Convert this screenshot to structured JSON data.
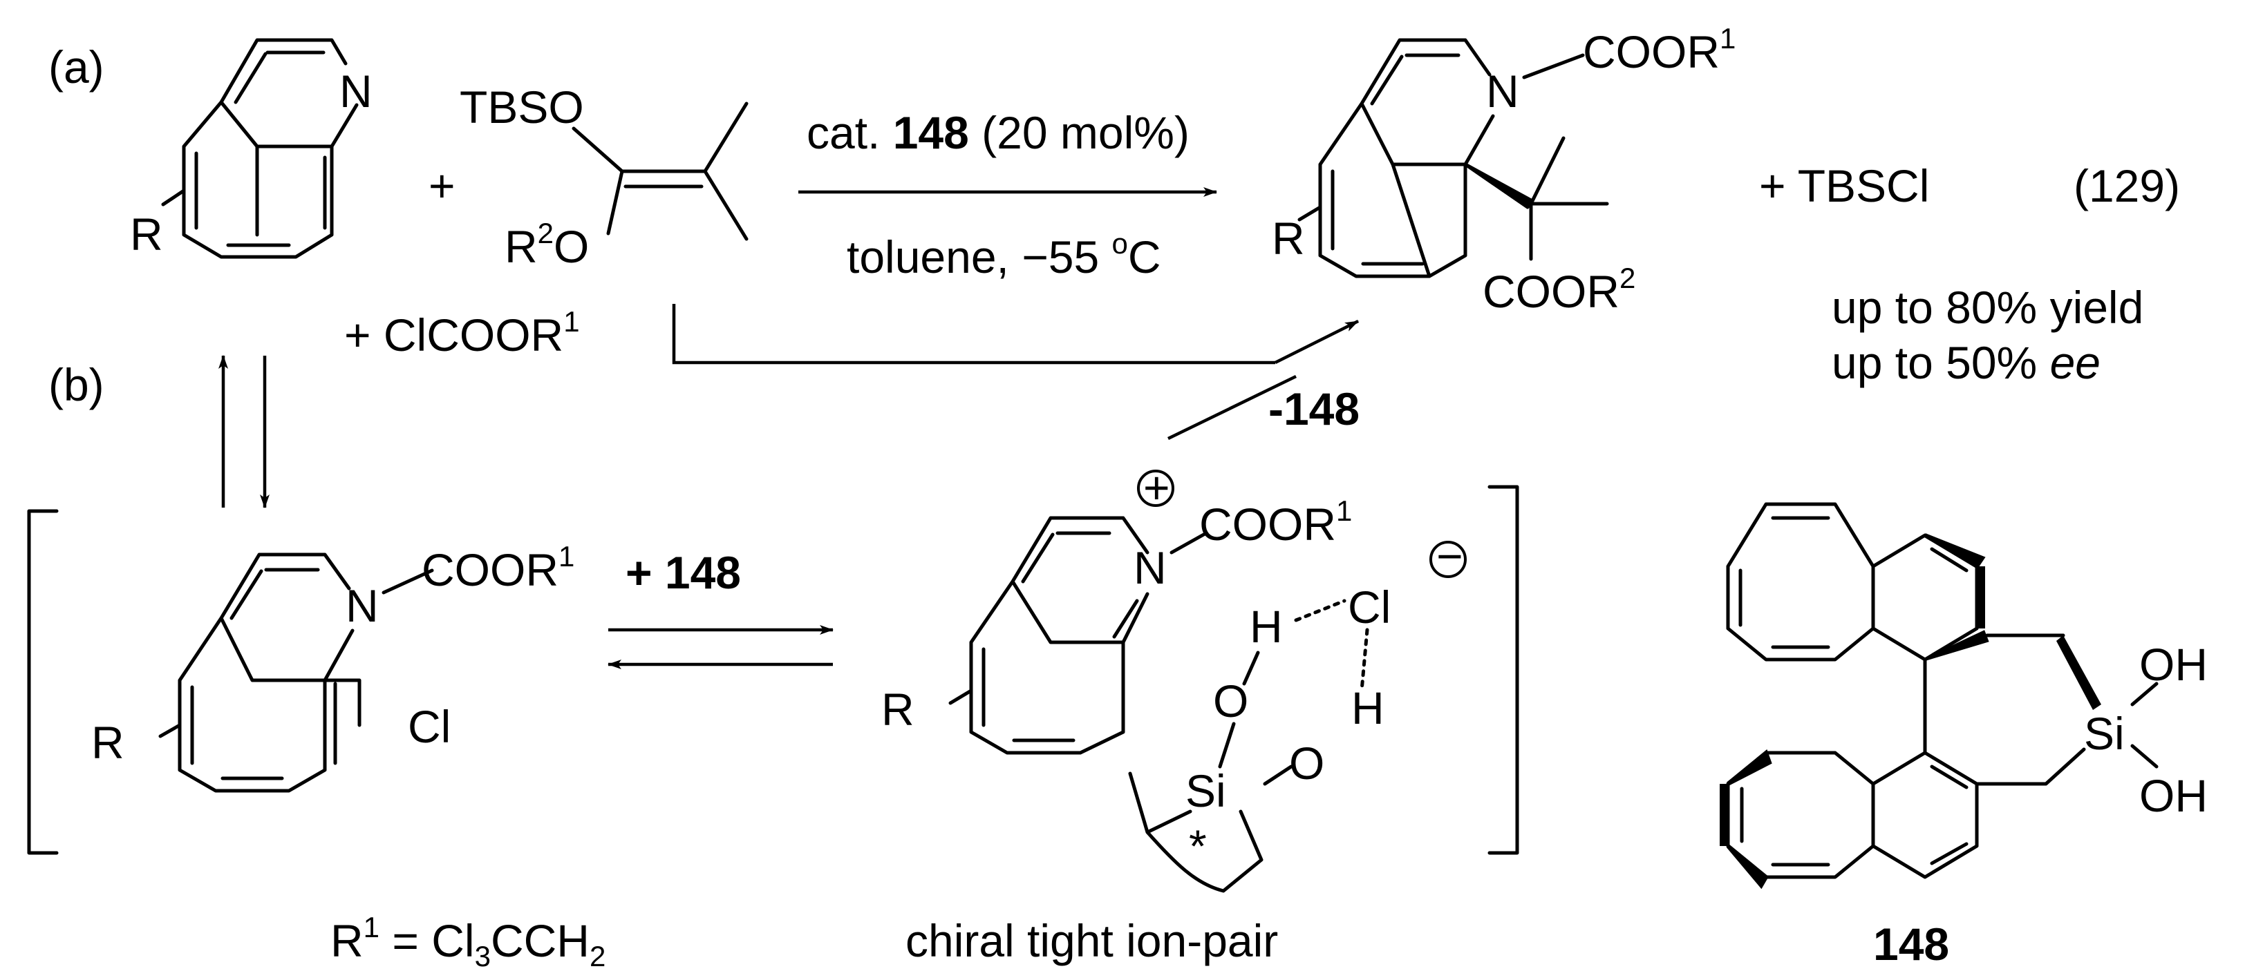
{
  "labels": {
    "part_a": "(a)",
    "part_b": "(b)",
    "isoquinoline_N": "N",
    "isoquinoline_R": "R",
    "plus": "+",
    "tbso": "TBSO",
    "r2o_R": "R",
    "r2o_sup": "2",
    "r2o_O": "O",
    "clcoor_text": "+ ClCOOR",
    "clcoor_sup": "1",
    "catalyst_prefix": "cat. ",
    "catalyst_bold": "148",
    "catalyst_suffix": " (20 mol%)",
    "conditions_text": "toluene, −55 ",
    "conditions_sup": "o",
    "conditions_unit": "C",
    "product_N": "N",
    "product_coor": "COOR",
    "product_coor_sup": "1",
    "product_R": "R",
    "product_coor2": "COOR",
    "product_coor2_sup": "2",
    "byproduct": "+ TBSCl",
    "equation_number": "(129)",
    "yield_line": "up to 80% yield",
    "ee_prefix": "up to 50% ",
    "ee_italic": "ee",
    "minus_148": "-148",
    "intermediate_N": "N",
    "intermediate_coor": "COOR",
    "intermediate_coor_sup": "1",
    "intermediate_R": "R",
    "intermediate_Cl": "Cl",
    "plus_148": "+ 148",
    "ionpair_plus": "+",
    "ionpair_N": "N",
    "ionpair_coor": "COOR",
    "ionpair_coor_sup": "1",
    "ionpair_Cl": "Cl",
    "ionpair_minus": "−",
    "ionpair_R": "R",
    "ionpair_H1": "H",
    "ionpair_O1": "O",
    "ionpair_H2": "H",
    "ionpair_O2": "O",
    "ionpair_Si": "Si",
    "ionpair_star": "*",
    "r1_def_R": "R",
    "r1_def_sup": "1",
    "r1_def_eq": " = Cl",
    "r1_def_sub3": "3",
    "r1_def_cch": "CCH",
    "r1_def_sub2": "2",
    "ionpair_caption": "chiral tight ion-pair",
    "catalyst_Si": "Si",
    "catalyst_OH1": "OH",
    "catalyst_OH2": "OH",
    "catalyst_number": "148"
  }
}
